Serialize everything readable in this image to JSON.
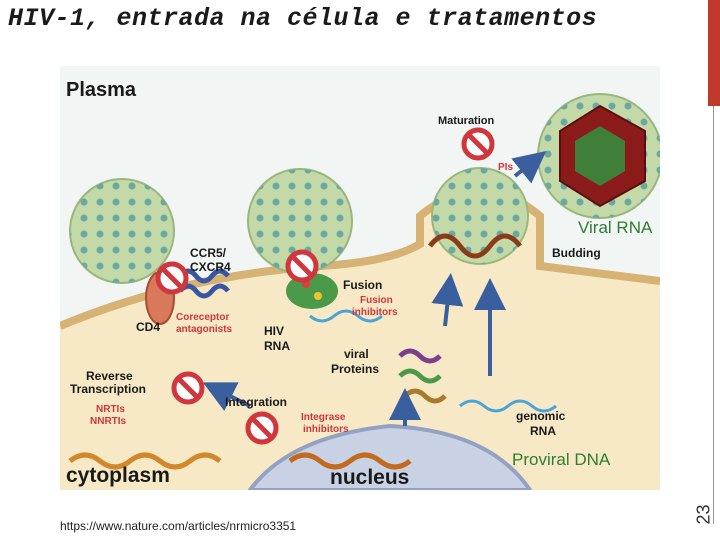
{
  "slide": {
    "title": "HIV-1, entrada na célula e tratamentos",
    "source_url": "https://www.nature.com/articles/nrmicro3351",
    "page_number": "23"
  },
  "figure": {
    "plasma": "Plasma",
    "maturation": "Maturation",
    "pis": "PIs",
    "viral_rna": "Viral RNA",
    "budding": "Budding",
    "ccr5": "CCR5/",
    "cxcr4": "CXCR4",
    "fusion": "Fusion",
    "fusion_inhib_1": "Fusion",
    "fusion_inhib_2": "inhibitors",
    "cd4": "CD4",
    "coreceptor_1": "Coreceptor",
    "coreceptor_2": "antagonists",
    "hiv_rna_1": "HIV",
    "hiv_rna_2": "RNA",
    "viral_proteins_1": "viral",
    "viral_proteins_2": "Proteins",
    "reverse_1": "Reverse",
    "reverse_2": "Transcription",
    "nrtis": "NRTIs",
    "nnrtis": "NNRTIs",
    "integration": "Integration",
    "integrase_1": "Integrase",
    "integrase_2": "inhibitors",
    "genomic_1": "genomic",
    "genomic_2": "RNA",
    "proviral_dna": "Proviral DNA",
    "cytoplasm": "cytoplasm",
    "nucleus": "nucleus"
  },
  "colors": {
    "accent_bar": "#c0392b",
    "plasma_bg": "#f1f5f3",
    "cytoplasm_bg": "#f7e9c5",
    "membrane": "#d6b274",
    "nucleus": "#c9d2e4",
    "virus": "#c4d9a8",
    "inhibitor_label": "#d0363b",
    "arrow": "#3a5f9e",
    "proviral_label": "#2e7d32"
  }
}
